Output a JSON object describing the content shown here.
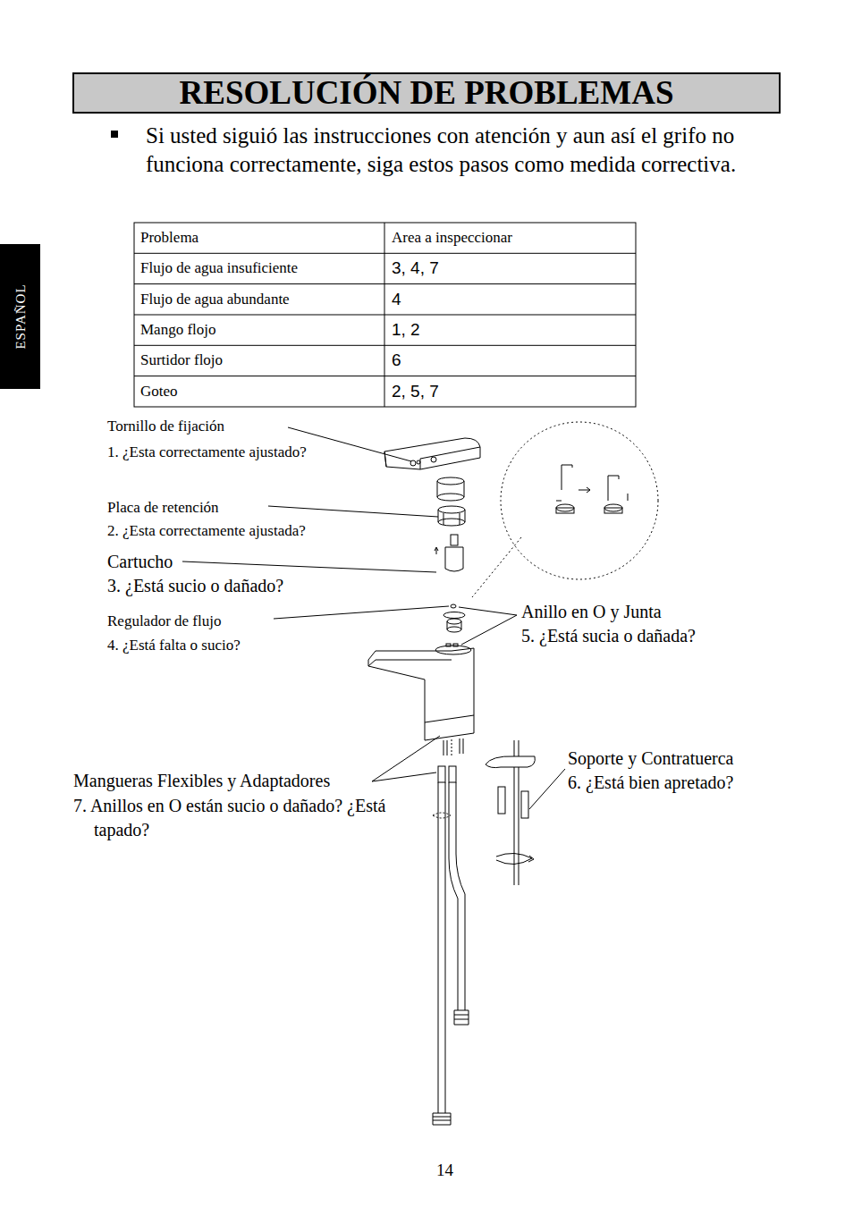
{
  "diagram": {
    "title": "RESOLUCIÓN DE PROBLEMAS",
    "nodes": [
      {
        "text": [
          "ESPAÑOL"
        ]
      }
    ],
    "edges": [],
    "labels": [
      "Si usted siguió las instrucciones con atención y aun así el grifo no funciona correctamente, siga estos pasos como medida correctiva.",
      "Problema",
      "Area a inspeccionar",
      "Flujo de agua insuficiente",
      "3, 4, 7",
      "Flujo de agua abundante",
      "4",
      "Mango flojo",
      "1, 2",
      "Surtidor flojo",
      "6",
      "Goteo",
      "2, 5, 7",
      "Tornillo de fijación",
      "1. ¿Esta correctamente ajustado?",
      "Placa de retención",
      "2. ¿Esta correctamente ajustada?",
      "Cartucho",
      "3. ¿Está sucio o dañado?",
      "Regulador de flujo",
      "4. ¿Está falta o sucio?",
      "Anillo en O y Junta",
      "5. ¿Está sucia o dañada?",
      "Mangueras Flexibles y Adaptadores",
      "7. Anillos en O están sucio o dañado? ¿Está tapado?",
      "Soporte y Contratuerca",
      "6. ¿Está bien apretado?",
      "14"
    ]
  }
}
